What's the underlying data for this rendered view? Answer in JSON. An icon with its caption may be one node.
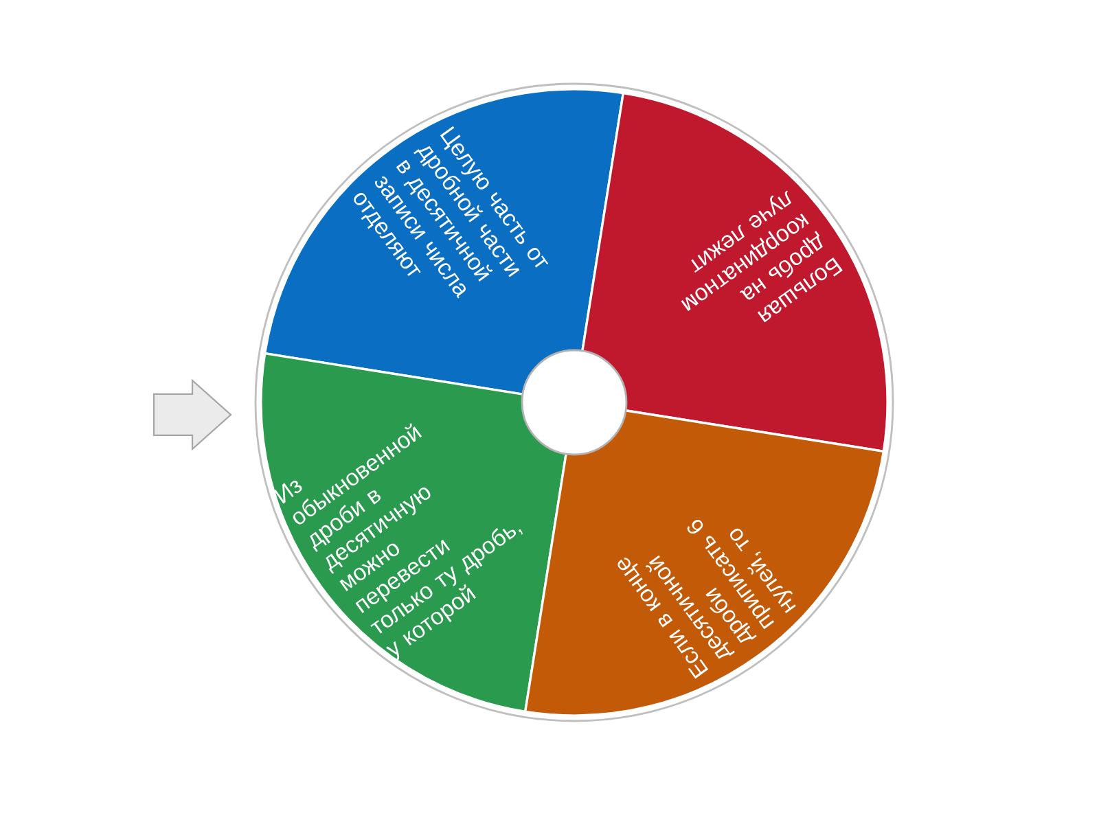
{
  "diagram": {
    "nodes": [
      {
        "text": [
          "Целую часть от дробной части в десятичной записи числа отделяют"
        ]
      },
      {
        "text": [
          "Большая дробь на координатном луче лежит"
        ]
      },
      {
        "text": [
          "Из обыкновенной дроби в десятичную можно перевести только ту дробь, у которой"
        ]
      },
      {
        "text": [
          "Если в конце десятичной дроби приписать 6 нулей, то"
        ]
      },
      {
        "text": [],
        "shape": "circle"
      }
    ]
  }
}
